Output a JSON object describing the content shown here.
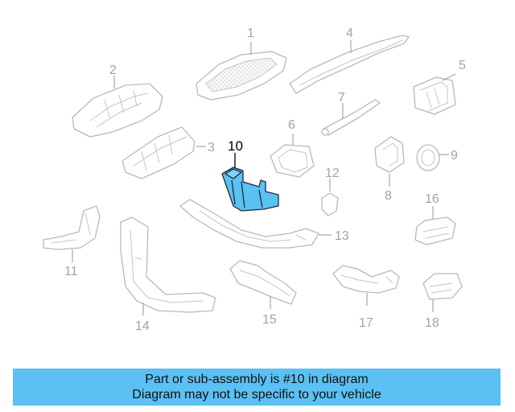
{
  "diagram": {
    "highlight_color": "#5bc0f3",
    "callouts": [
      "1",
      "2",
      "3",
      "4",
      "5",
      "6",
      "7",
      "8",
      "9",
      "10",
      "11",
      "12",
      "13",
      "14",
      "15",
      "16",
      "17",
      "18"
    ],
    "highlighted_callout": "10"
  },
  "banner": {
    "background": "#5bc0f3",
    "line1": "Part or sub-assembly is #10 in diagram",
    "line2": "Diagram may not be specific to your vehicle"
  }
}
